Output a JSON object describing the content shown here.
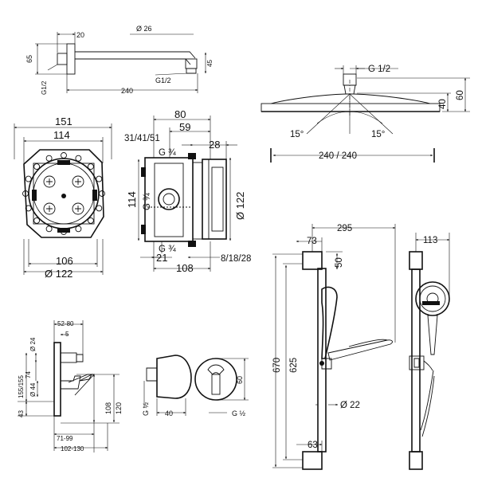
{
  "spout": {
    "d_top": "20",
    "d_diam": "Ø 26",
    "d_height": "65",
    "d_thread_left": "G1/2",
    "d_thread_right": "G1/2",
    "d_length": "240",
    "d_end": "45"
  },
  "head": {
    "d_thread": "G 1/2",
    "d_h40": "40",
    "d_h60": "60",
    "d_angle_left": "15°",
    "d_angle_right": "15°",
    "d_width": "240 / 240"
  },
  "box": {
    "d_151": "151",
    "d_114": "114",
    "d_106": "106",
    "d_122": "Ø 122"
  },
  "valve": {
    "d_80": "80",
    "d_59": "59",
    "d_313": "31/41/51",
    "d_g34_top": "G ¾",
    "d_28": "28",
    "d_114v": "114",
    "d_g34_left": "G ¾",
    "d_d122": "Ø 122",
    "d_g34_bot": "G ¾",
    "d_21": "21",
    "d_81828": "8/18/28",
    "d_108": "108"
  },
  "mixer": {
    "d_5280": "52-80",
    "d_5": "5",
    "d_24": "Ø 24",
    "d_155": "155/155",
    "d_74": "74",
    "d_44": "Ø 44",
    "d_43": "43",
    "d_108": "108",
    "d_120": "120",
    "d_7199": "71-99",
    "d_102": "102-130"
  },
  "outlet": {
    "d_g12_left": "G ½",
    "d_40": "40",
    "d_g12_right": "G ½",
    "d_60": "60"
  },
  "rail": {
    "d_295": "295",
    "d_73": "73",
    "d_50": "50",
    "d_670": "670",
    "d_625": "625",
    "d_22": "Ø 22",
    "d_63": "63",
    "d_113": "113"
  }
}
